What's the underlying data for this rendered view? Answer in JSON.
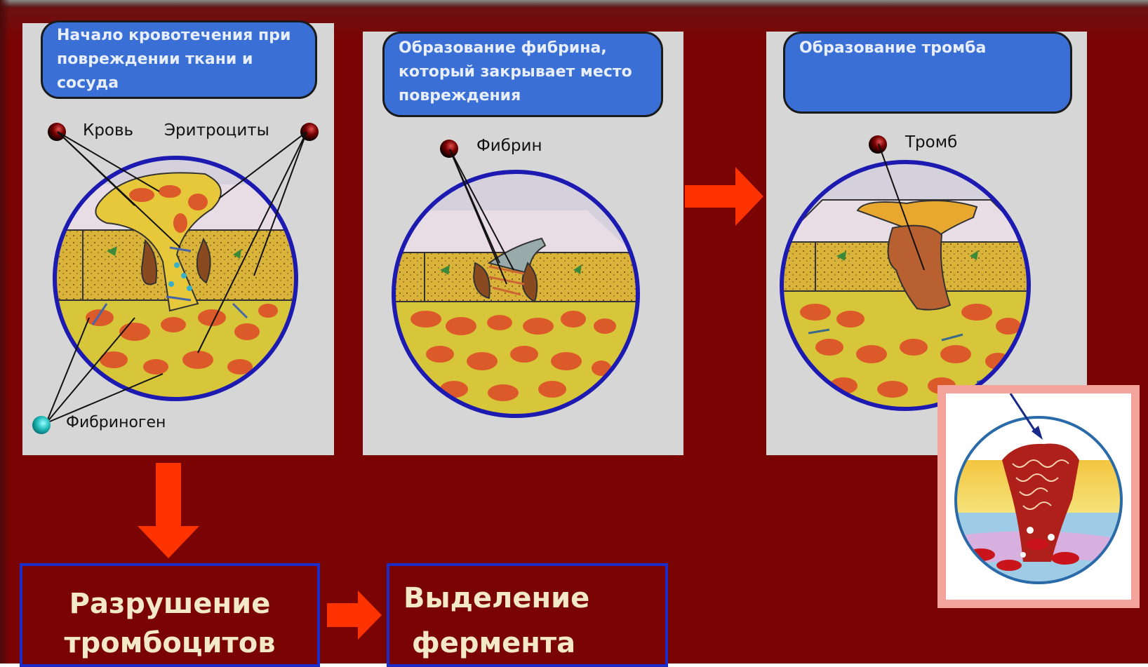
{
  "panels": [
    {
      "caption": "Начало кровотечения при повреждении ткани и сосуда",
      "labels": {
        "blood": "Кровь",
        "erythrocytes": "Эритроциты",
        "fibrinogen": "Фибриноген"
      }
    },
    {
      "caption": "Образование фибрина, который закрывает место повреждения",
      "labels": {
        "fibrin": "Фибрин"
      }
    },
    {
      "caption": "Образование тромба",
      "labels": {
        "thrombus": "Тромб"
      }
    }
  ],
  "bottom": {
    "destruction_line1": "Разрушение",
    "destruction_line2": "тромбоцитов",
    "enzyme_line1": "Выделение",
    "enzyme_line2": "фермента"
  },
  "colors": {
    "background": "#7a0303",
    "panel": "#d6d6d6",
    "caption_box": "#3a6fd6",
    "arrow": "#ff3300",
    "box_border": "#1a2dc8",
    "box_text": "#f3e9c8",
    "circle_border": "#1c1ab0"
  }
}
